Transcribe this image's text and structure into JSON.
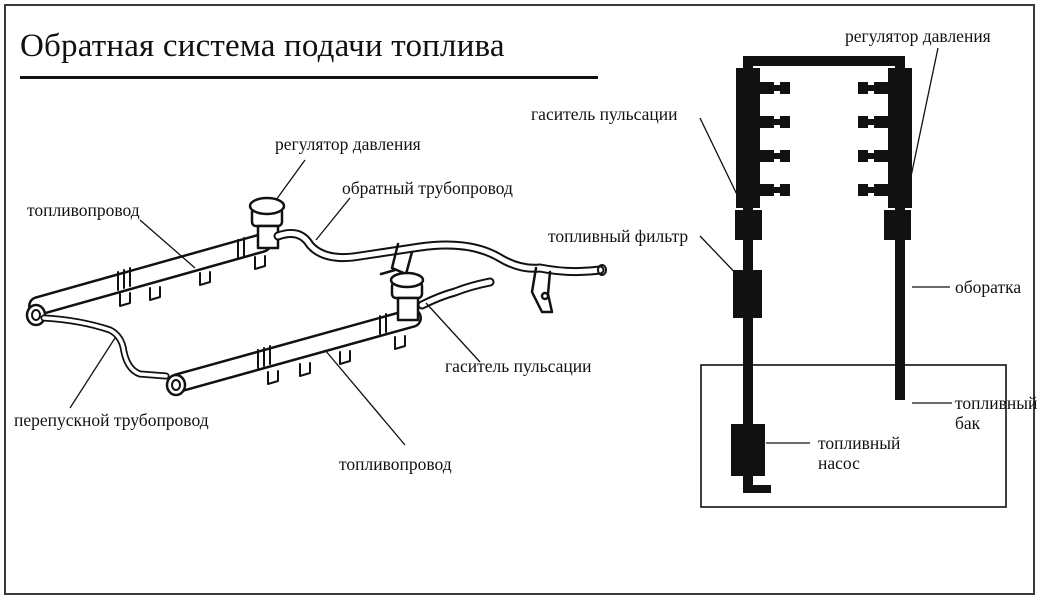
{
  "title": "Обратная система подачи топлива",
  "left_diagram": {
    "labels": {
      "pressure_regulator": "регулятор давления",
      "return_line": "обратный трубопровод",
      "fuel_line_upper": "топливопровод",
      "bypass_line": "перепускной трубопровод",
      "pulsation_damper": "гаситель пульсации",
      "fuel_line_lower": "топливопровод"
    }
  },
  "right_diagram": {
    "labels": {
      "pressure_regulator": "регулятор давления",
      "pulsation_damper": "гаситель пульсации",
      "fuel_filter": "топливный фильтр",
      "return": "оборатка",
      "fuel_tank": "топливный бак",
      "fuel_pump": "топливный насос"
    }
  }
}
